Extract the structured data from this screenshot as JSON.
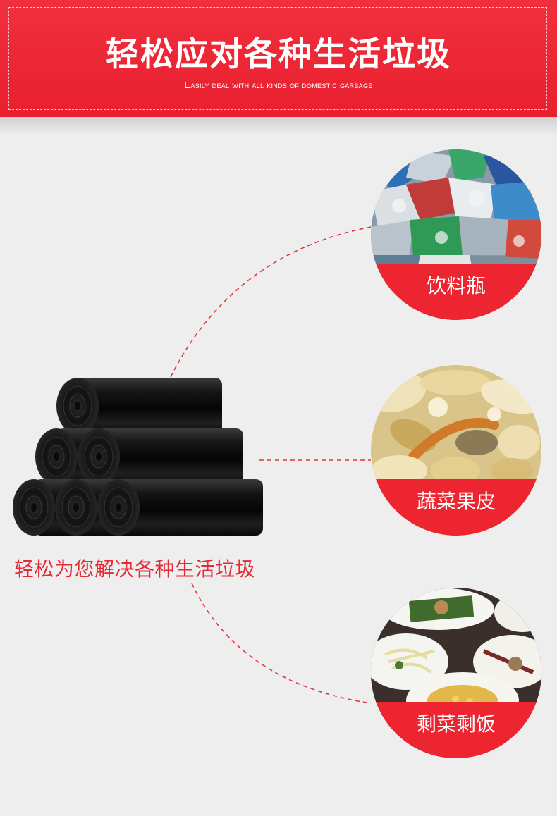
{
  "banner": {
    "title": "轻松应对各种生活垃圾",
    "subtitle": "Easily deal with all kinds of domestic garbage"
  },
  "product": {
    "caption": "轻松为您解决各种生活垃圾"
  },
  "categories": [
    {
      "label": "饮料瓶",
      "image": "crushed-cans-photo"
    },
    {
      "label": "蔬菜果皮",
      "image": "vegetable-peels-photo"
    },
    {
      "label": "剩菜剩饭",
      "image": "leftover-food-photo"
    }
  ],
  "colors": {
    "brand_red": "#ec2530",
    "caption_red": "#e32b37",
    "background": "#eeeeee"
  }
}
